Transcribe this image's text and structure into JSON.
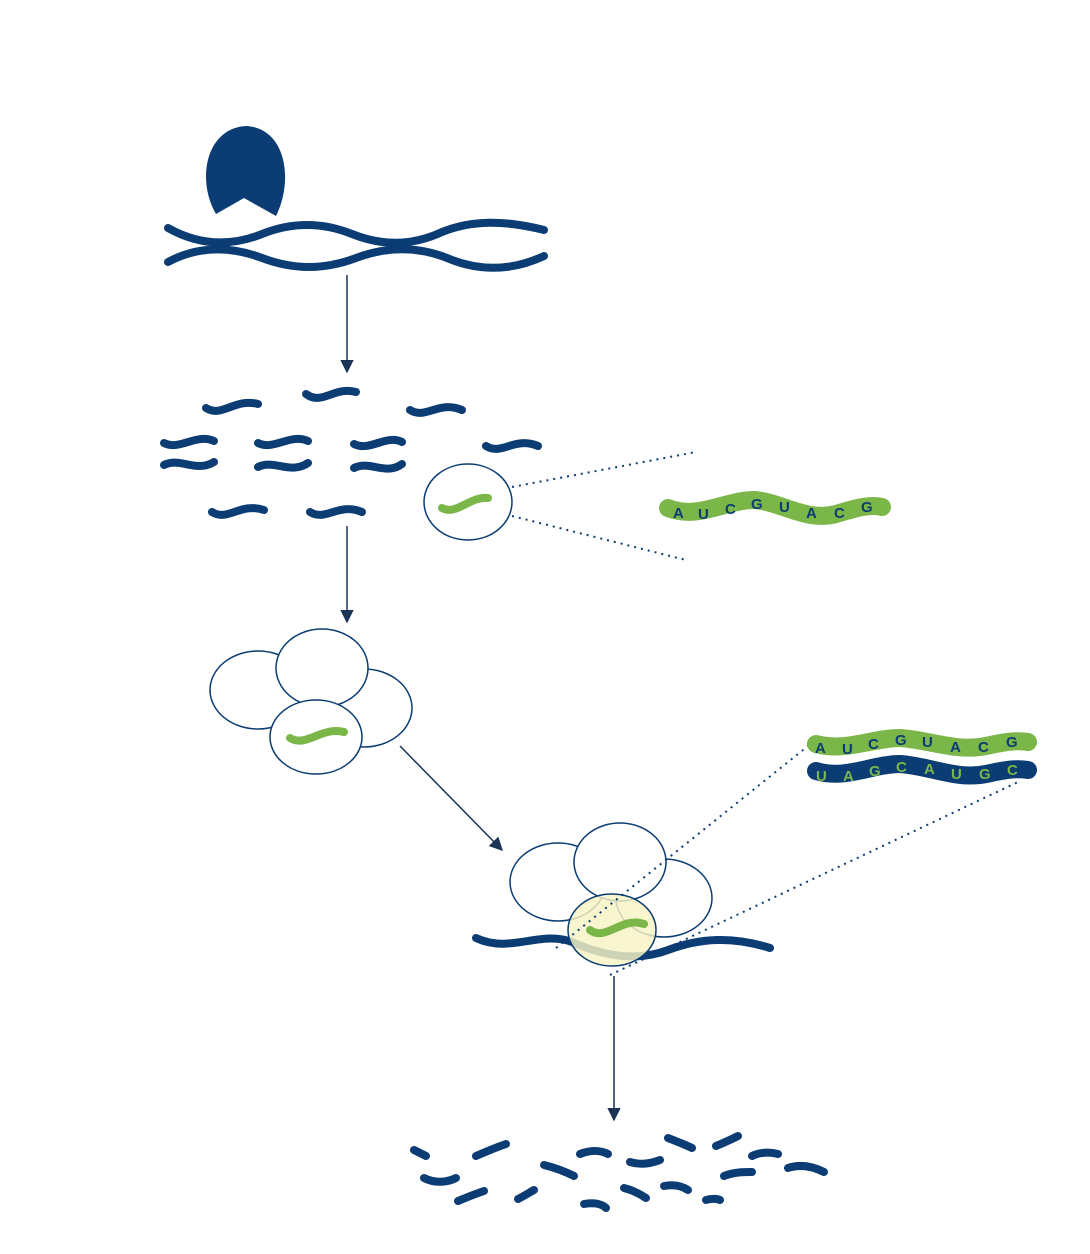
{
  "colors": {
    "navy": "#0b3c73",
    "green": "#7ab648",
    "highlight": "#f8f4c4",
    "outline": "#0b3c73",
    "arrow": "#1a3356"
  },
  "steps": [
    {
      "name": "dicer-on-dsRNA",
      "icon": "dicer-enzyme-icon"
    },
    {
      "name": "siRNA-fragments"
    },
    {
      "name": "RISC-loaded"
    },
    {
      "name": "RISC-bound-to-mRNA"
    },
    {
      "name": "cleaved-mRNA-fragments"
    }
  ],
  "guide_strand": {
    "letters": [
      "A",
      "U",
      "C",
      "G",
      "U",
      "A",
      "C",
      "G"
    ]
  },
  "duplex": {
    "guide_letters": [
      "A",
      "U",
      "C",
      "G",
      "U",
      "A",
      "C",
      "G"
    ],
    "target_letters": [
      "U",
      "A",
      "G",
      "C",
      "A",
      "U",
      "G",
      "C"
    ]
  }
}
